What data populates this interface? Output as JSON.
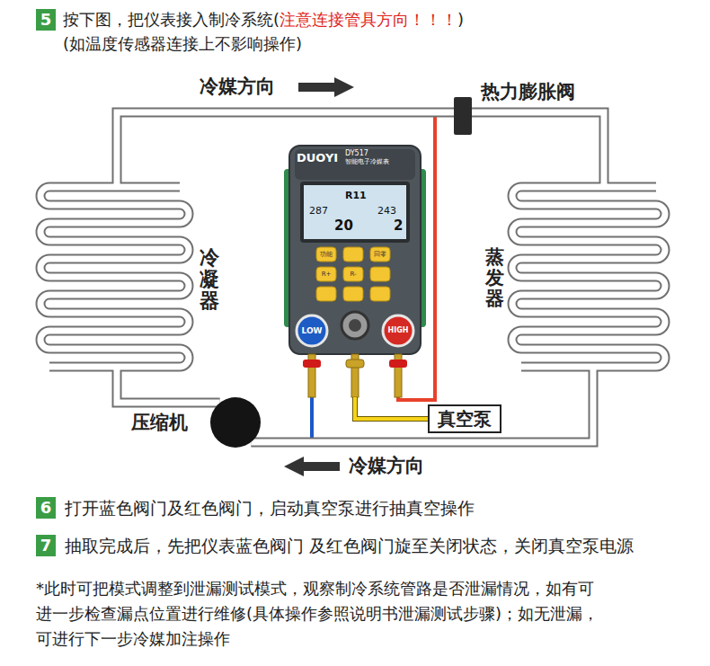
{
  "diagram": {
    "nodes": [
      {
        "text": [
          "5"
        ]
      },
      {
        "text": [
          "冷凝器"
        ]
      },
      {
        "text": [
          "热力膨胀阀"
        ]
      },
      {
        "text": [
          "DUOYI",
          "DY517",
          "智能电子冷媒表",
          "R11",
          "287",
          "243",
          "20",
          "2",
          "功能",
          "回零",
          "R+",
          "R-",
          "LOW",
          "HIGH"
        ]
      },
      {
        "text": [
          "蒸发器"
        ]
      },
      {
        "text": [
          "压缩机"
        ]
      },
      {
        "text": [
          "真空泵"
        ]
      },
      {
        "text": [
          "6"
        ]
      },
      {
        "text": [
          "7"
        ]
      }
    ],
    "edges": [
      {
        "from": 1,
        "to": 2,
        "arrow": "none"
      },
      {
        "from": 2,
        "to": 4,
        "arrow": "none"
      },
      {
        "from": 4,
        "to": 5,
        "arrow": "none"
      },
      {
        "from": 5,
        "to": 1,
        "arrow": "none"
      },
      {
        "from": 3,
        "to": 6,
        "arrow": "none"
      }
    ],
    "labels": [
      "按下图，把仪表接入制冷系统(",
      "注意连接管具方向！！！",
      ")",
      "(如温度传感器连接上不影响操作)",
      "冷媒方向",
      "冷媒方向",
      "打开蓝色阀门及红色阀门，启动真空泵进行抽真空操作",
      "抽取完成后，先把仪表蓝色阀门 及红色阀门旋至关闭状态，关闭真空泵电源",
      "*此时可把模式调整到泄漏测试模式，观察制冷系统管路是否泄漏情况，如有可 进一步检查漏点位置进行维修(具体操作参照说明书泄漏测试步骤)；如无泄漏， 可进行下一步冷媒加注操作"
    ]
  }
}
